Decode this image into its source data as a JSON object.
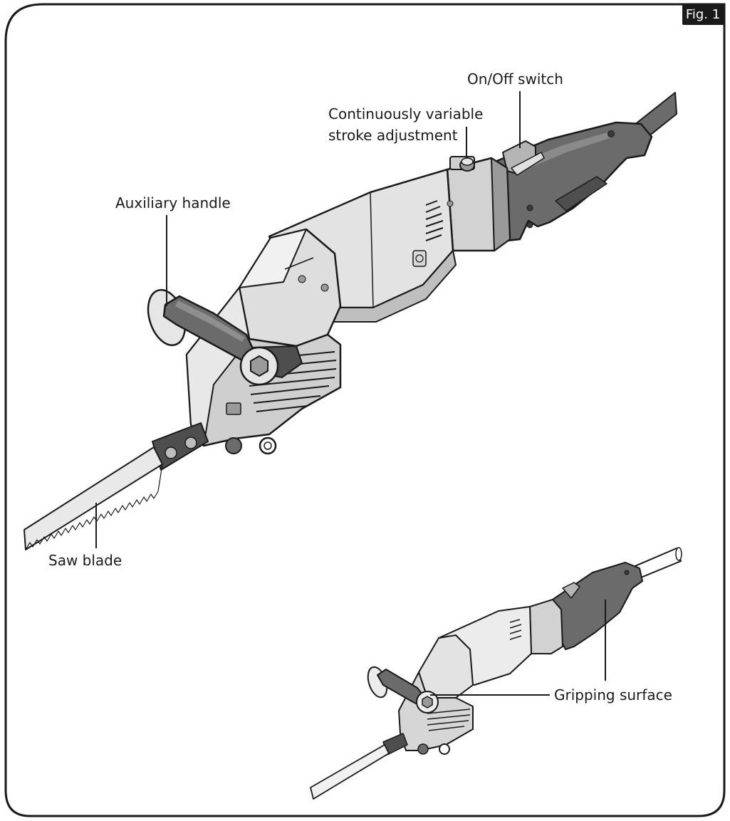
{
  "figure": {
    "badge": "Fig. 1"
  },
  "labels": {
    "on_off_switch": "On/Off switch",
    "stroke_adjustment_line1": "Continuously variable",
    "stroke_adjustment_line2": "stroke adjustment",
    "auxiliary_handle": "Auxiliary handle",
    "saw_blade": "Saw blade",
    "gripping_surface": "Gripping surface"
  },
  "colors": {
    "frame": "#1a1a1a",
    "body_light": "#e3e3e3",
    "body_mid": "#cfcfcf",
    "grip_dark": "#6b6b6b",
    "metal": "#bdbdbd"
  }
}
